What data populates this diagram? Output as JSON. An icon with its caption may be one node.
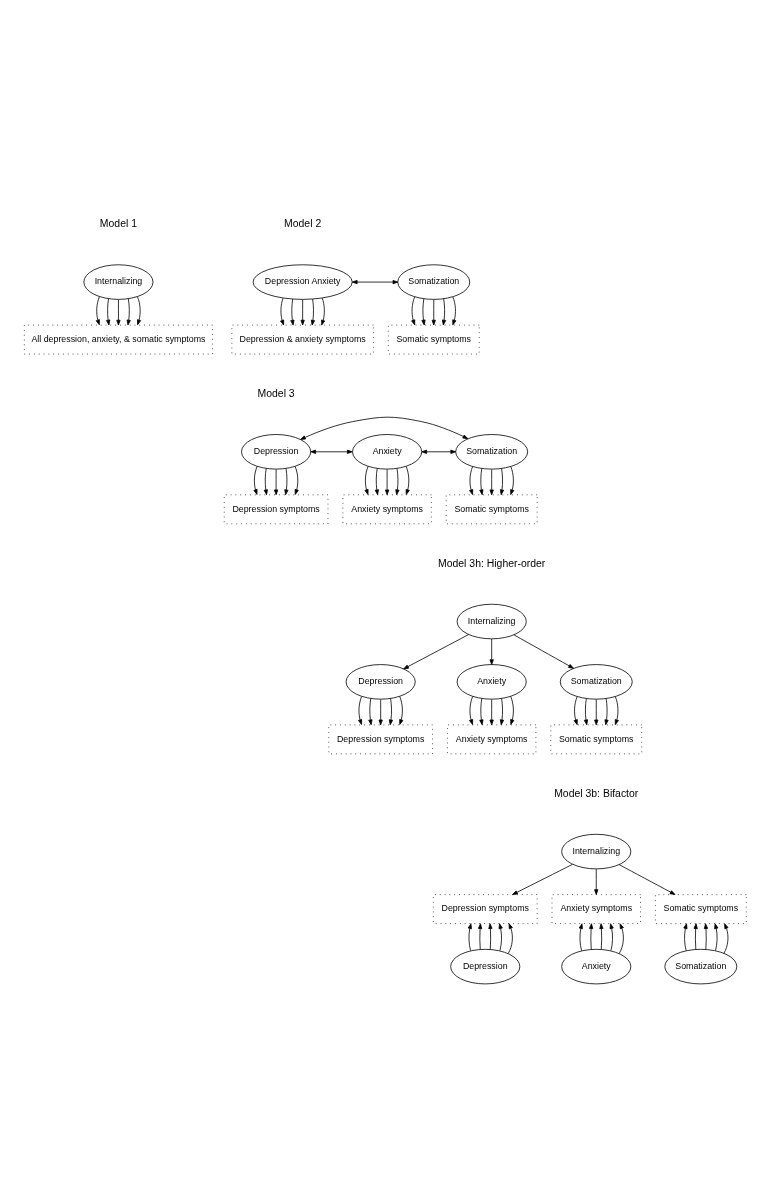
{
  "diagram": {
    "nodes": [
      {
        "text": [
          "Internalizing"
        ]
      },
      {
        "text": [
          "All depression, anxiety, & somatic symptoms"
        ]
      },
      {
        "text": [
          "Depression Anxiety"
        ]
      },
      {
        "text": [
          "Somatization"
        ]
      },
      {
        "text": [
          "Depression & anxiety symptoms"
        ]
      },
      {
        "text": [
          "Somatic symptoms"
        ]
      },
      {
        "text": [
          "Depression"
        ]
      },
      {
        "text": [
          "Anxiety"
        ]
      },
      {
        "text": [
          "Somatization"
        ]
      },
      {
        "text": [
          "Depression symptoms"
        ]
      },
      {
        "text": [
          "Anxiety symptoms"
        ]
      },
      {
        "text": [
          "Somatic symptoms"
        ]
      },
      {
        "text": [
          "Internalizing"
        ]
      },
      {
        "text": [
          "Depression"
        ]
      },
      {
        "text": [
          "Anxiety"
        ]
      },
      {
        "text": [
          "Somatization"
        ]
      },
      {
        "text": [
          "Depression symptoms"
        ]
      },
      {
        "text": [
          "Anxiety symptoms"
        ]
      },
      {
        "text": [
          "Somatic symptoms"
        ]
      },
      {
        "text": [
          "Internalizing"
        ]
      },
      {
        "text": [
          "Depression symptoms"
        ]
      },
      {
        "text": [
          "Anxiety symptoms"
        ]
      },
      {
        "text": [
          "Somatic symptoms"
        ]
      },
      {
        "text": [
          "Depression"
        ]
      },
      {
        "text": [
          "Anxiety"
        ]
      },
      {
        "text": [
          "Somatization"
        ]
      }
    ],
    "edges": [
      {
        "from": 0,
        "to": 1,
        "arrow": "to"
      },
      {
        "from": 0,
        "to": 1,
        "arrow": "to"
      },
      {
        "from": 0,
        "to": 1,
        "arrow": "to"
      },
      {
        "from": 0,
        "to": 1,
        "arrow": "to"
      },
      {
        "from": 0,
        "to": 1,
        "arrow": "to"
      },
      {
        "from": 2,
        "to": 3,
        "arrow": "both"
      },
      {
        "from": 2,
        "to": 4,
        "arrow": "to"
      },
      {
        "from": 2,
        "to": 4,
        "arrow": "to"
      },
      {
        "from": 2,
        "to": 4,
        "arrow": "to"
      },
      {
        "from": 2,
        "to": 4,
        "arrow": "to"
      },
      {
        "from": 2,
        "to": 4,
        "arrow": "to"
      },
      {
        "from": 3,
        "to": 5,
        "arrow": "to"
      },
      {
        "from": 3,
        "to": 5,
        "arrow": "to"
      },
      {
        "from": 3,
        "to": 5,
        "arrow": "to"
      },
      {
        "from": 3,
        "to": 5,
        "arrow": "to"
      },
      {
        "from": 3,
        "to": 5,
        "arrow": "to"
      },
      {
        "from": 6,
        "to": 8,
        "arrow": "both"
      },
      {
        "from": 6,
        "to": 7,
        "arrow": "both"
      },
      {
        "from": 7,
        "to": 8,
        "arrow": "both"
      },
      {
        "from": 6,
        "to": 9,
        "arrow": "to"
      },
      {
        "from": 6,
        "to": 9,
        "arrow": "to"
      },
      {
        "from": 6,
        "to": 9,
        "arrow": "to"
      },
      {
        "from": 6,
        "to": 9,
        "arrow": "to"
      },
      {
        "from": 6,
        "to": 9,
        "arrow": "to"
      },
      {
        "from": 7,
        "to": 10,
        "arrow": "to"
      },
      {
        "from": 7,
        "to": 10,
        "arrow": "to"
      },
      {
        "from": 7,
        "to": 10,
        "arrow": "to"
      },
      {
        "from": 7,
        "to": 10,
        "arrow": "to"
      },
      {
        "from": 7,
        "to": 10,
        "arrow": "to"
      },
      {
        "from": 8,
        "to": 11,
        "arrow": "to"
      },
      {
        "from": 8,
        "to": 11,
        "arrow": "to"
      },
      {
        "from": 8,
        "to": 11,
        "arrow": "to"
      },
      {
        "from": 8,
        "to": 11,
        "arrow": "to"
      },
      {
        "from": 8,
        "to": 11,
        "arrow": "to"
      },
      {
        "from": 12,
        "to": 13,
        "arrow": "to"
      },
      {
        "from": 12,
        "to": 14,
        "arrow": "to"
      },
      {
        "from": 12,
        "to": 15,
        "arrow": "to"
      },
      {
        "from": 13,
        "to": 16,
        "arrow": "to"
      },
      {
        "from": 13,
        "to": 16,
        "arrow": "to"
      },
      {
        "from": 13,
        "to": 16,
        "arrow": "to"
      },
      {
        "from": 13,
        "to": 16,
        "arrow": "to"
      },
      {
        "from": 13,
        "to": 16,
        "arrow": "to"
      },
      {
        "from": 14,
        "to": 17,
        "arrow": "to"
      },
      {
        "from": 14,
        "to": 17,
        "arrow": "to"
      },
      {
        "from": 14,
        "to": 17,
        "arrow": "to"
      },
      {
        "from": 14,
        "to": 17,
        "arrow": "to"
      },
      {
        "from": 14,
        "to": 17,
        "arrow": "to"
      },
      {
        "from": 15,
        "to": 18,
        "arrow": "to"
      },
      {
        "from": 15,
        "to": 18,
        "arrow": "to"
      },
      {
        "from": 15,
        "to": 18,
        "arrow": "to"
      },
      {
        "from": 15,
        "to": 18,
        "arrow": "to"
      },
      {
        "from": 15,
        "to": 18,
        "arrow": "to"
      },
      {
        "from": 19,
        "to": 20,
        "arrow": "to"
      },
      {
        "from": 19,
        "to": 21,
        "arrow": "to"
      },
      {
        "from": 19,
        "to": 22,
        "arrow": "to"
      },
      {
        "from": 23,
        "to": 20,
        "arrow": "to"
      },
      {
        "from": 23,
        "to": 20,
        "arrow": "to"
      },
      {
        "from": 23,
        "to": 20,
        "arrow": "to"
      },
      {
        "from": 23,
        "to": 20,
        "arrow": "to"
      },
      {
        "from": 23,
        "to": 20,
        "arrow": "to"
      },
      {
        "from": 24,
        "to": 21,
        "arrow": "to"
      },
      {
        "from": 24,
        "to": 21,
        "arrow": "to"
      },
      {
        "from": 24,
        "to": 21,
        "arrow": "to"
      },
      {
        "from": 24,
        "to": 21,
        "arrow": "to"
      },
      {
        "from": 24,
        "to": 21,
        "arrow": "to"
      },
      {
        "from": 25,
        "to": 22,
        "arrow": "to"
      },
      {
        "from": 25,
        "to": 22,
        "arrow": "to"
      },
      {
        "from": 25,
        "to": 22,
        "arrow": "to"
      },
      {
        "from": 25,
        "to": 22,
        "arrow": "to"
      },
      {
        "from": 25,
        "to": 22,
        "arrow": "to"
      }
    ],
    "labels": [
      "Model 1",
      "Model 2",
      "Model 3",
      "Model 3h: Higher-order",
      "Model 3b: Bifactor"
    ]
  }
}
